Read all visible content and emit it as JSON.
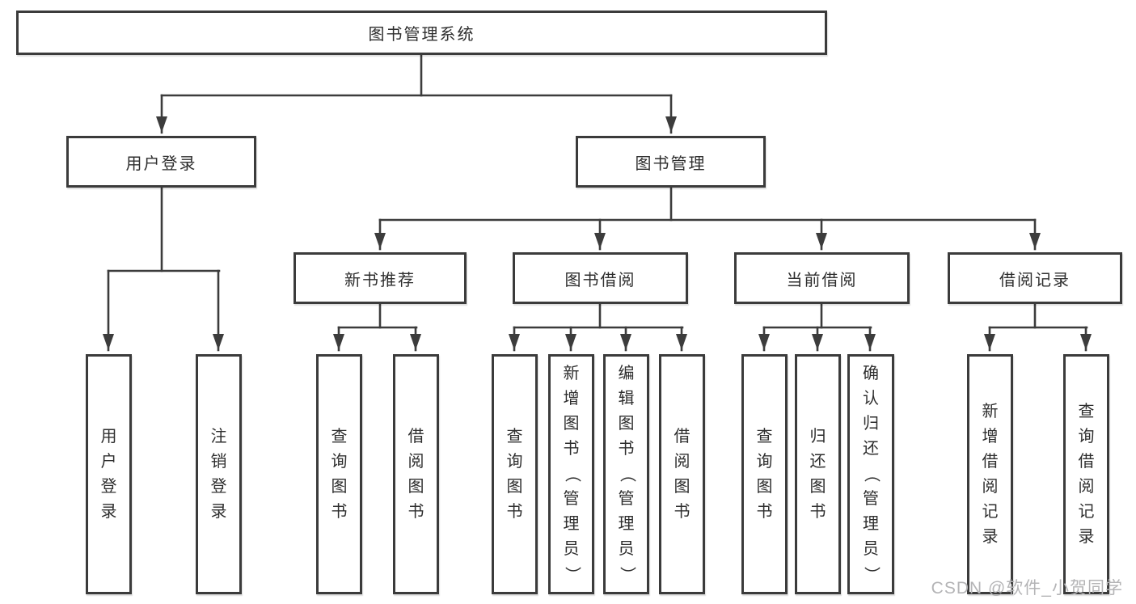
{
  "title": "图书管理系统",
  "watermark": "CSDN @软件_小贺同学",
  "colors": {
    "line": "#3c3c3c",
    "border": "#3b3b3b",
    "text": "#2e2e2e",
    "box_bg": "#ffffff",
    "watermark": "#b4b4b6",
    "background": "#ffffff"
  },
  "nodes": {
    "root": {
      "label": "图书管理系统"
    },
    "level2": [
      {
        "label": "用户登录",
        "parent": "图书管理系统"
      },
      {
        "label": "图书管理",
        "parent": "图书管理系统"
      }
    ],
    "level3": [
      {
        "label": "新书推荐",
        "parent": "图书管理"
      },
      {
        "label": "图书借阅",
        "parent": "图书管理"
      },
      {
        "label": "当前借阅",
        "parent": "图书管理"
      },
      {
        "label": "借阅记录",
        "parent": "图书管理"
      }
    ],
    "leaves": [
      {
        "label": "用户登录",
        "parent": "用户登录"
      },
      {
        "label": "注销登录",
        "parent": "用户登录"
      },
      {
        "label": "查询图书",
        "parent": "新书推荐"
      },
      {
        "label": "借阅图书",
        "parent": "新书推荐"
      },
      {
        "label": "查询图书",
        "parent": "图书借阅"
      },
      {
        "label": "新增图书（管理员）",
        "parent": "图书借阅"
      },
      {
        "label": "编辑图书（管理员）",
        "parent": "图书借阅"
      },
      {
        "label": "借阅图书",
        "parent": "图书借阅"
      },
      {
        "label": "查询图书",
        "parent": "当前借阅"
      },
      {
        "label": "归还图书",
        "parent": "当前借阅"
      },
      {
        "label": "确认归还（管理员）",
        "parent": "当前借阅"
      },
      {
        "label": "新增借阅记录",
        "parent": "借阅记录"
      },
      {
        "label": "查询借阅记录",
        "parent": "借阅记录"
      }
    ]
  }
}
